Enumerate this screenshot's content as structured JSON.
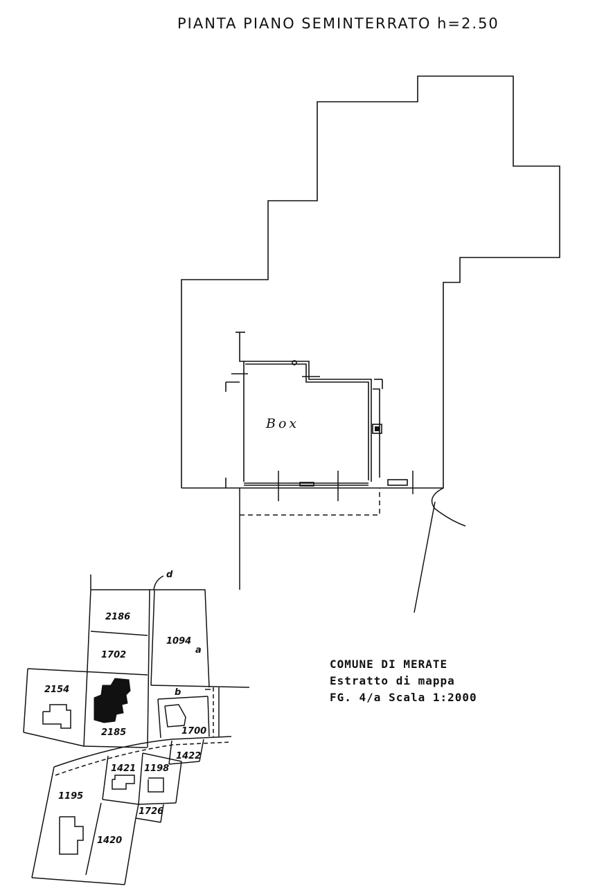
{
  "plan": {
    "title": "PIANTA PIANO SEMINTERRATO h=2.50",
    "room_label": "Box"
  },
  "legend": {
    "line1": "COMUNE DI MERATE",
    "line2": "Estratto di mappa",
    "line3": "FG. 4/a Scala 1:2000"
  },
  "map": {
    "parcels": {
      "p2186": "2186",
      "p1094": "1094",
      "p1094_suffix": "a",
      "p1702": "1702",
      "p2154": "2154",
      "p2185": "2185",
      "p1700": "1700",
      "p1422": "1422",
      "p1421": "1421",
      "p1198": "1198",
      "p1726": "1726",
      "p1195": "1195",
      "p1420": "1420"
    },
    "markers": {
      "b": "b",
      "d": "d"
    }
  }
}
